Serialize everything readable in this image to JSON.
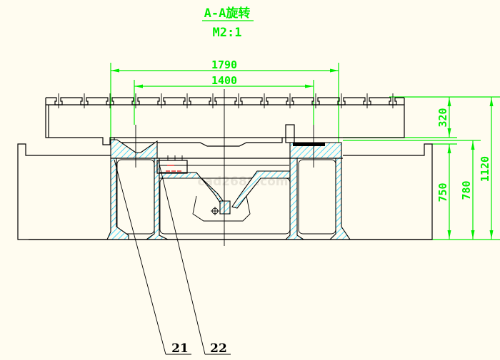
{
  "drawing": {
    "section_title": "A-A旋转",
    "scale": "M2:1",
    "watermark": "cad2688.com",
    "colors": {
      "background": "#fffcf0",
      "dimension": "#00ee00",
      "hatch": "#00c8ff",
      "outline": "#000000"
    }
  },
  "dimensions": {
    "width_outer": "1790",
    "width_inner": "1400",
    "table_height": "320",
    "base_height": "750",
    "support_height": "780",
    "total_height": "1120"
  },
  "callouts": [
    {
      "label": "21"
    },
    {
      "label": "22"
    }
  ]
}
